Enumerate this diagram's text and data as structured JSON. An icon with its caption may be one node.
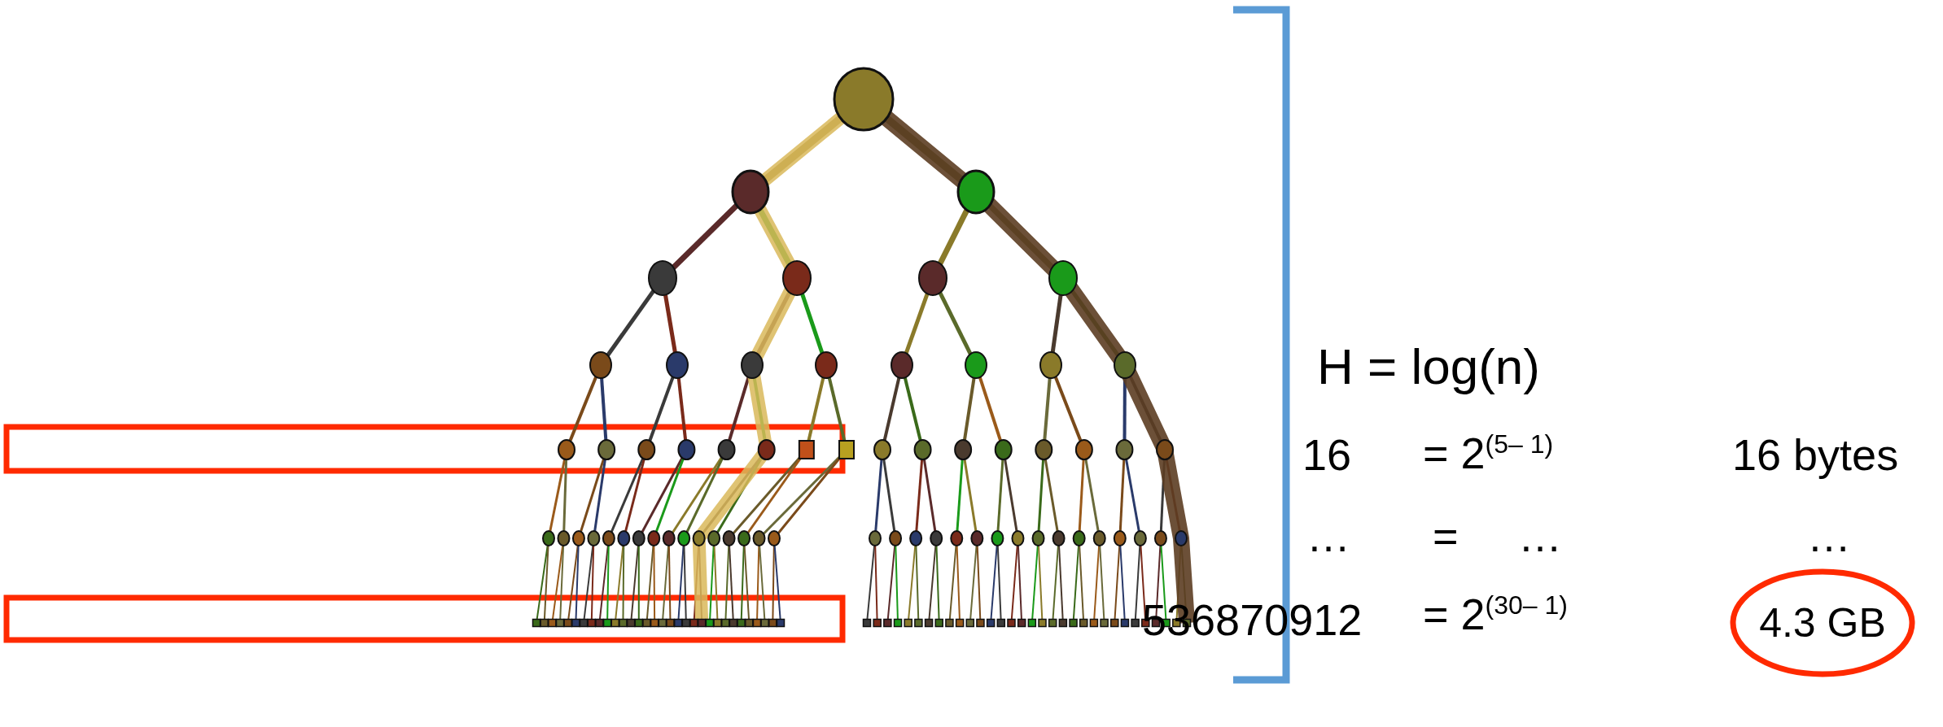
{
  "diagram": {
    "nodes": [
      {
        "text": [
          "4.3 GB"
        ]
      }
    ],
    "labels": [
      "H = log(n)",
      "16",
      "= 2$^{(5– 1)}$",
      "16 bytes",
      "…",
      "=",
      "…",
      "…",
      "536870912",
      "= 2$^{(30– 1)}$"
    ]
  }
}
